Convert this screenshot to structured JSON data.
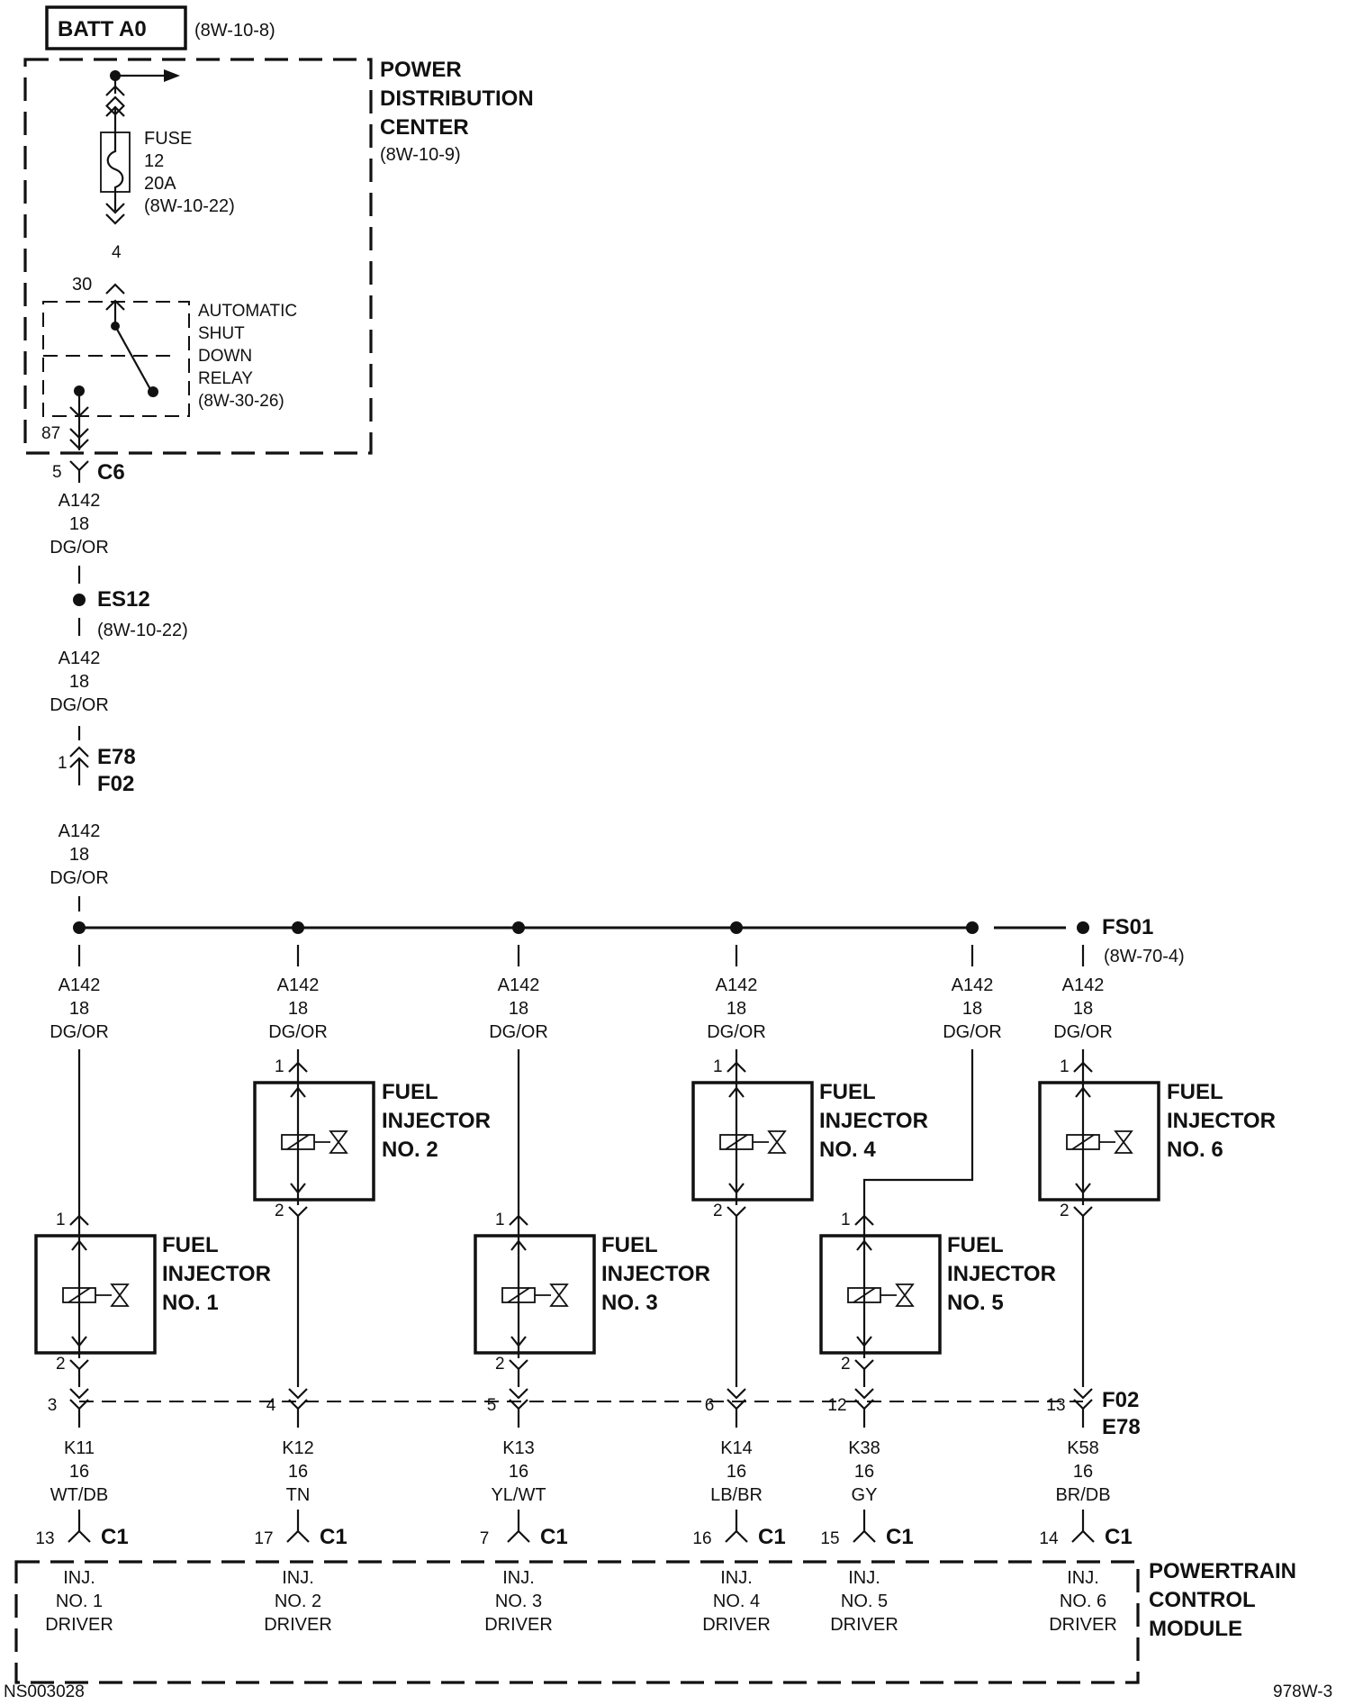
{
  "batt": {
    "label": "BATT A0",
    "ref": "(8W-10-8)"
  },
  "pdc": {
    "l1": "POWER",
    "l2": "DISTRIBUTION",
    "l3": "CENTER",
    "ref": "(8W-10-9)"
  },
  "fuse": {
    "l1": "FUSE",
    "l2": "12",
    "l3": "20A",
    "ref": "(8W-10-22)",
    "pin": "4"
  },
  "relay": {
    "pin_in": "30",
    "l1": "AUTOMATIC",
    "l2": "SHUT",
    "l3": "DOWN",
    "l4": "RELAY",
    "ref": "(8W-30-26)",
    "pin_out": "87"
  },
  "c6": {
    "pin": "5",
    "name": "C6"
  },
  "feed": {
    "circuit": "A142",
    "gauge": "18",
    "color": "DG/OR"
  },
  "splice1": {
    "name": "ES12",
    "ref": "(8W-10-22)"
  },
  "e78": {
    "pin": "1",
    "n1": "E78",
    "n2": "F02"
  },
  "splice2": {
    "name": "FS01",
    "ref": "(8W-70-4)"
  },
  "injector_words": {
    "l1": "FUEL",
    "l2": "INJECTOR"
  },
  "injectors": [
    {
      "no": "NO. 1",
      "pin_in": "1",
      "pin_out": "2"
    },
    {
      "no": "NO. 2",
      "pin_in": "1",
      "pin_out": "2"
    },
    {
      "no": "NO. 3",
      "pin_in": "1",
      "pin_out": "2"
    },
    {
      "no": "NO. 4",
      "pin_in": "1",
      "pin_out": "2"
    },
    {
      "no": "NO. 5",
      "pin_in": "1",
      "pin_out": "2"
    },
    {
      "no": "NO. 6",
      "pin_in": "1",
      "pin_out": "2"
    }
  ],
  "f02": {
    "n1": "F02",
    "n2": "E78"
  },
  "drivers": [
    {
      "f02_pin": "3",
      "circuit": "K11",
      "gauge": "16",
      "color": "WT/DB",
      "c1_pin": "13",
      "c1": "C1",
      "l1": "INJ.",
      "l2": "NO. 1",
      "l3": "DRIVER"
    },
    {
      "f02_pin": "4",
      "circuit": "K12",
      "gauge": "16",
      "color": "TN",
      "c1_pin": "17",
      "c1": "C1",
      "l1": "INJ.",
      "l2": "NO. 2",
      "l3": "DRIVER"
    },
    {
      "f02_pin": "5",
      "circuit": "K13",
      "gauge": "16",
      "color": "YL/WT",
      "c1_pin": "7",
      "c1": "C1",
      "l1": "INJ.",
      "l2": "NO. 3",
      "l3": "DRIVER"
    },
    {
      "f02_pin": "6",
      "circuit": "K14",
      "gauge": "16",
      "color": "LB/BR",
      "c1_pin": "16",
      "c1": "C1",
      "l1": "INJ.",
      "l2": "NO. 4",
      "l3": "DRIVER"
    },
    {
      "f02_pin": "12",
      "circuit": "K38",
      "gauge": "16",
      "color": "GY",
      "c1_pin": "15",
      "c1": "C1",
      "l1": "INJ.",
      "l2": "NO. 5",
      "l3": "DRIVER"
    },
    {
      "f02_pin": "13",
      "circuit": "K58",
      "gauge": "16",
      "color": "BR/DB",
      "c1_pin": "14",
      "c1": "C1",
      "l1": "INJ.",
      "l2": "NO. 6",
      "l3": "DRIVER"
    }
  ],
  "pcm": {
    "l1": "POWERTRAIN",
    "l2": "CONTROL",
    "l3": "MODULE"
  },
  "footer": {
    "left": "NS003028",
    "right": "978W-3"
  }
}
